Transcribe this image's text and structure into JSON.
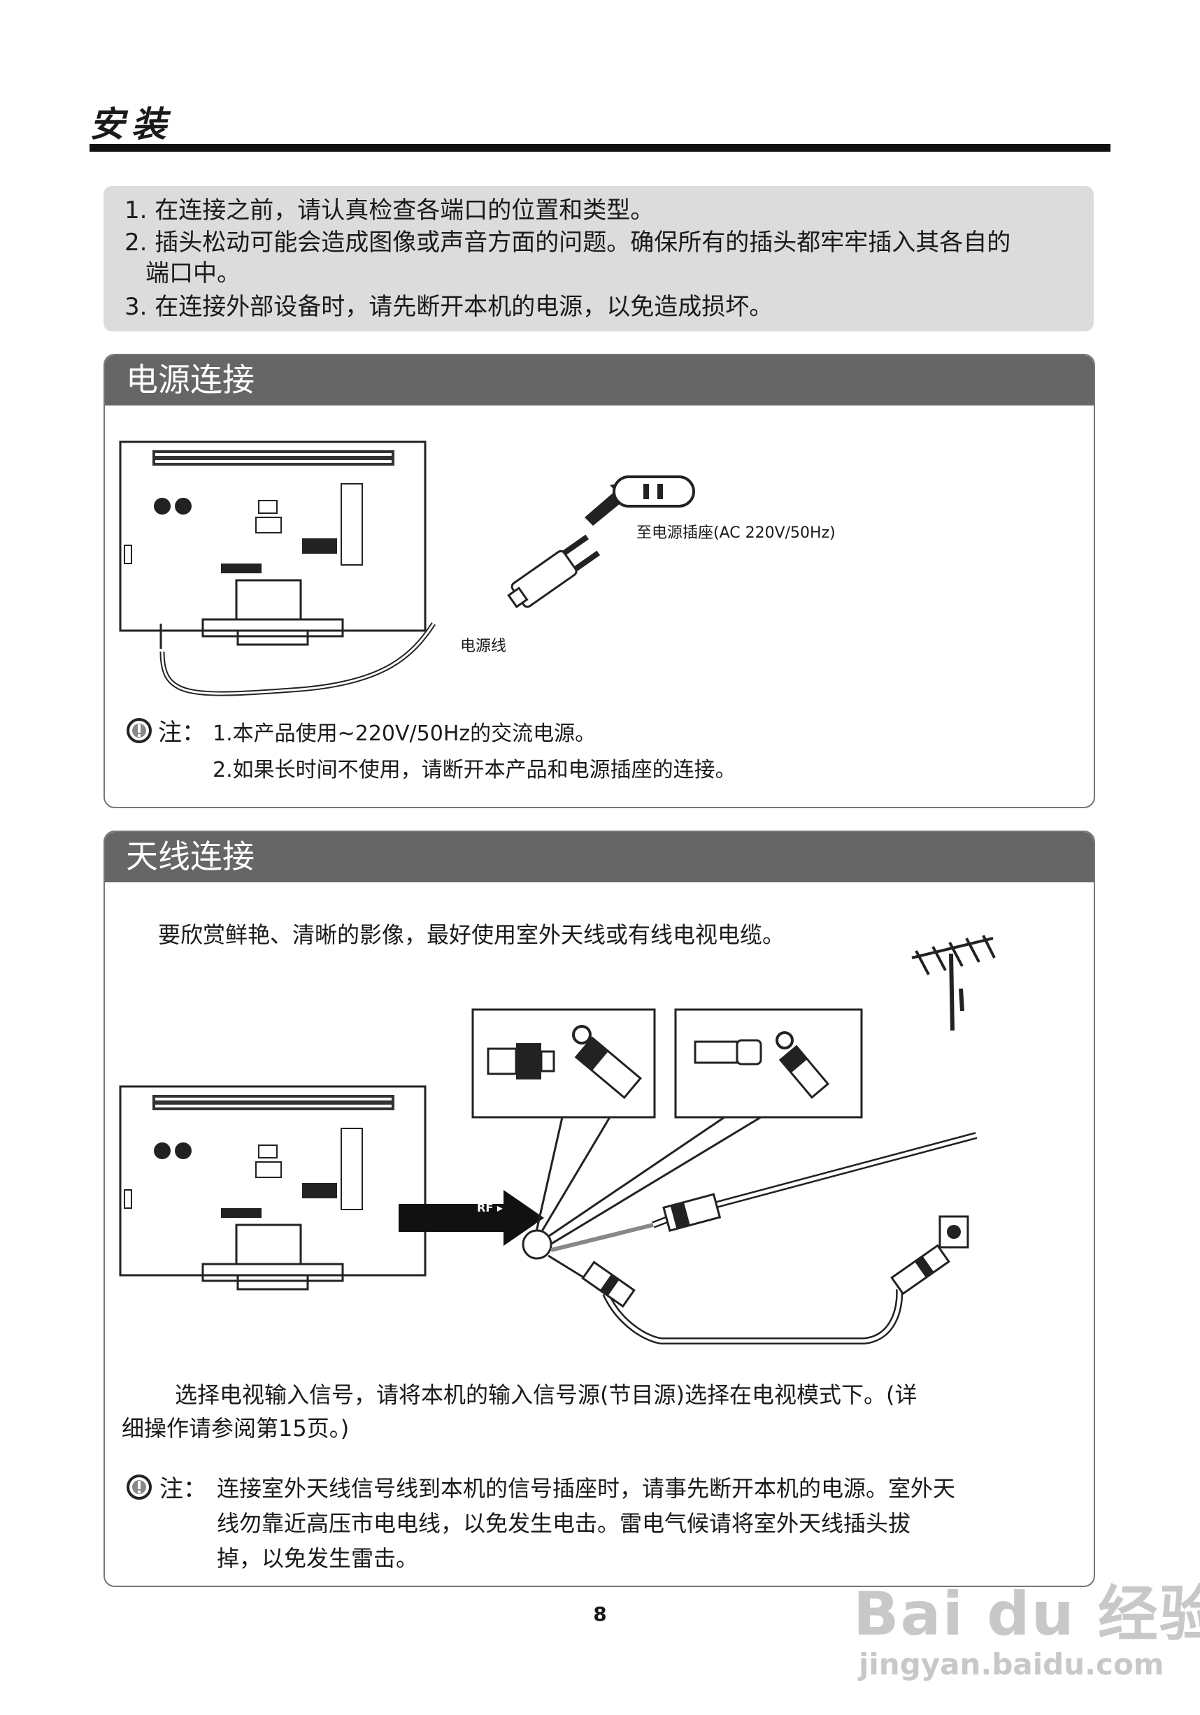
{
  "header": {
    "title": "安装"
  },
  "notes": [
    "1. 在连接之前，请认真检查各端口的位置和类型。",
    "2. 插头松动可能会造成图像或声音方面的问题。确保所有的插头都牢牢插入其各自的",
    "端口中。",
    "3. 在连接外部设备时，请先断开本机的电源，以免造成损坏。"
  ],
  "power_section": {
    "title": "电源连接",
    "socket_label": "至电源插座(AC 220V/50Hz)",
    "cord_label": "电源线",
    "note_prefix": "注：",
    "note_lines": [
      "1.本产品使用~220V/50Hz的交流电源。",
      "2.如果长时间不使用，请断开本产品和电源插座的连接。"
    ]
  },
  "antenna_section": {
    "title": "天线连接",
    "intro": "要欣赏鲜艳、清晰的影像，最好使用室外天线或有线电视电缆。",
    "rf_label": "RF ▸",
    "select_text_lines": [
      "选择电视输入信号，请将本机的输入信号源(节目源)选择在电视模式下。(详",
      "细操作请参阅第15页。)"
    ],
    "note_prefix": "注：",
    "note_lines": [
      "连接室外天线信号线到本机的信号插座时，请事先断开本机的电源。室外天",
      "线勿靠近高压市电电线，以免发生电击。雷电气候请将室外天线插头拔",
      "掉，以免发生雷击。"
    ]
  },
  "page_number": "8",
  "watermark": {
    "text": "Bai du 经验",
    "url": "jingyan.baidu.com"
  },
  "icons": {
    "warning": "warning-icon",
    "tv_back": "tv-rear-illustration",
    "plug": "power-plug-icon",
    "outlet": "wall-outlet-icon",
    "antenna": "antenna-icon"
  },
  "colors": {
    "panel_header": "#666666",
    "notes_bg": "#dcdcdc",
    "rule": "#111111"
  }
}
